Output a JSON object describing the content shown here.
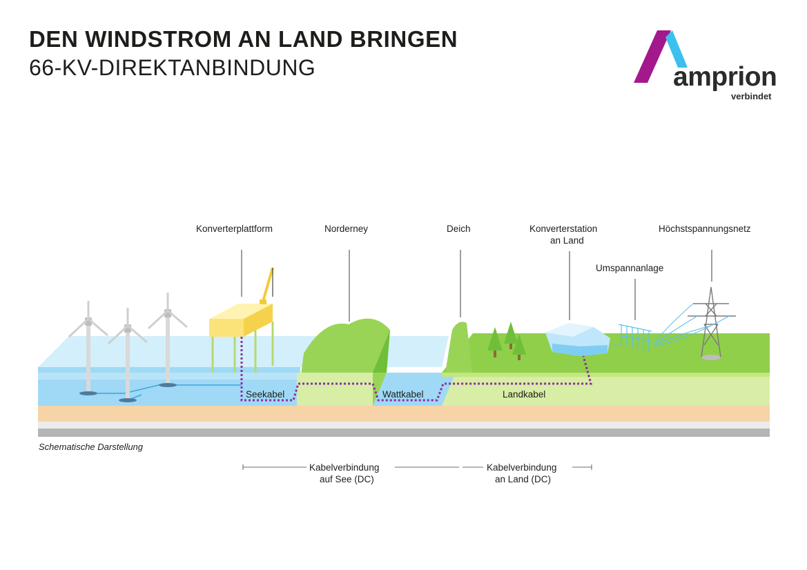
{
  "header": {
    "title": "DEN WINDSTROM AN LAND BRINGEN",
    "subtitle": "66-KV-DIREKTANBINDUNG"
  },
  "logo": {
    "brand": "amprion",
    "tagline": "verbindet",
    "colors": {
      "magenta": "#a3198c",
      "cyan": "#3cc0ee",
      "text": "#2b2b2b"
    }
  },
  "labels": {
    "konverterplattform": "Konverterplattform",
    "norderney": "Norderney",
    "deich": "Deich",
    "konverterstation_l1": "Konverterstation",
    "konverterstation_l2": "an Land",
    "umspannanlage": "Umspannanlage",
    "hoechstspannungsnetz": "Höchstspannungsnetz",
    "seekabel": "Seekabel",
    "wattkabel": "Wattkabel",
    "landkabel": "Landkabel"
  },
  "caption": "Schematische Darstellung",
  "bottom": {
    "sea_l1": "Kabelverbindung",
    "sea_l2": "auf See (DC)",
    "land_l1": "Kabelverbindung",
    "land_l2": "an Land (DC)"
  },
  "colors": {
    "sea": "#9fd9f5",
    "sea_top": "#d3effb",
    "ground": "#d8eda6",
    "grass": "#8fcf4a",
    "sand": "#f7d3a8",
    "rock": "#b5b5b5",
    "cable": "#8b2f9e",
    "platform": "#fbe37a"
  },
  "icons": [
    "wind-turbine-icon",
    "platform-icon",
    "tree-icon",
    "converter-station-icon",
    "substation-icon",
    "pylon-icon"
  ]
}
